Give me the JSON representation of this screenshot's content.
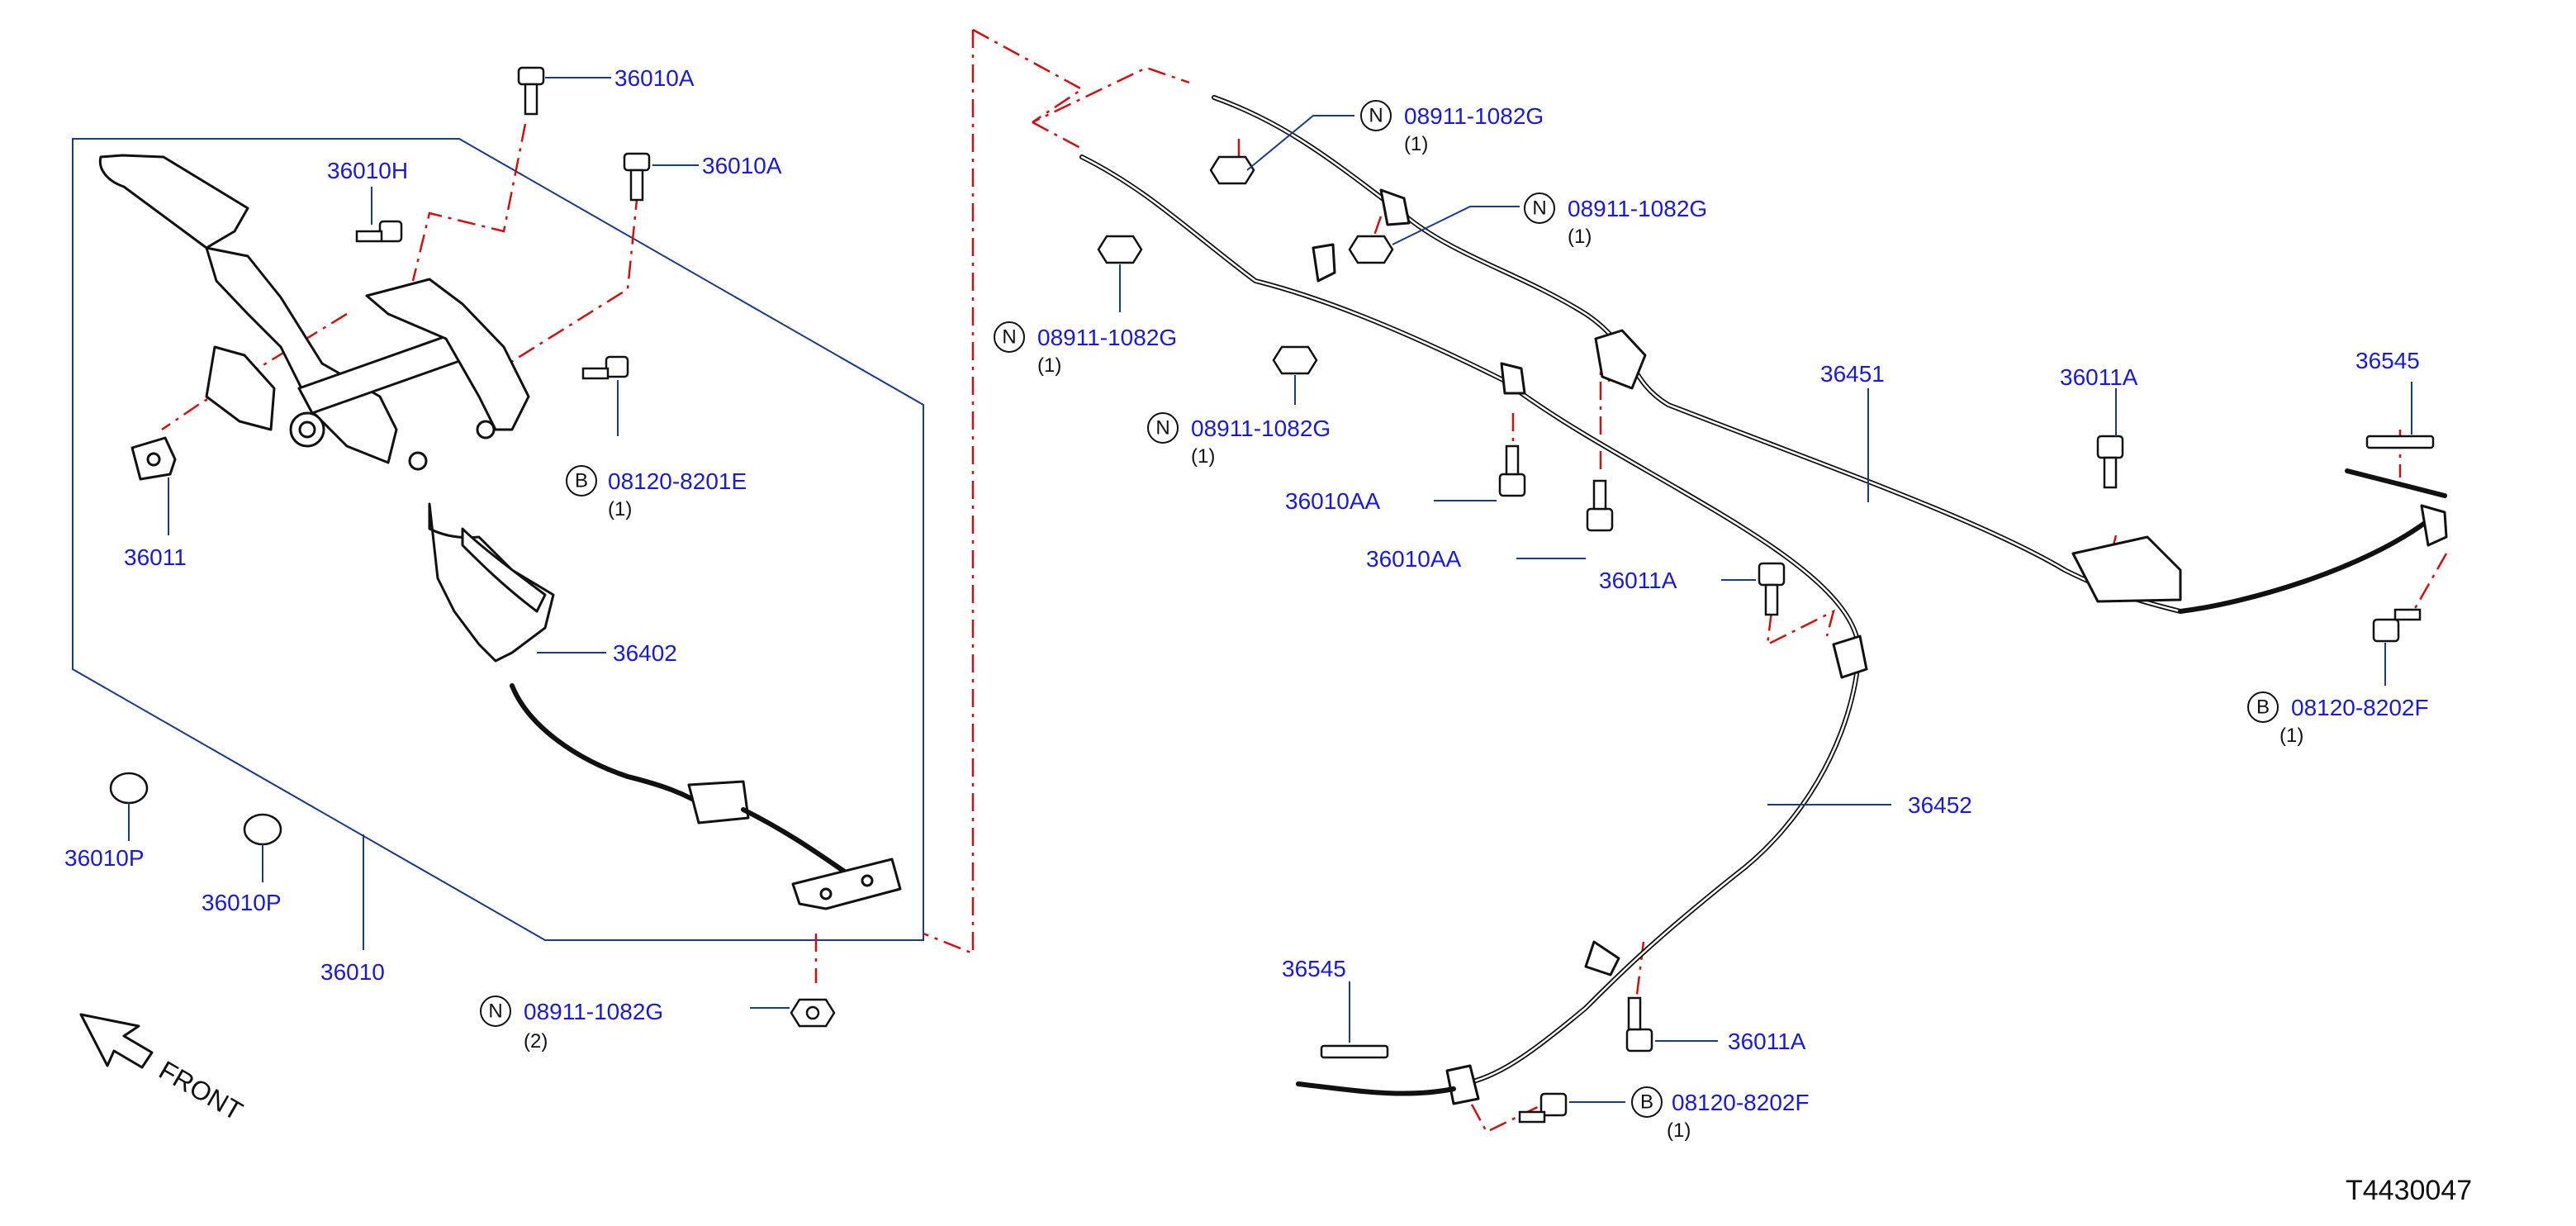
{
  "diagram": {
    "reference": "T4430047",
    "front_label": "FRONT",
    "labels": [
      {
        "id": "p36010A_1",
        "text": "36010A"
      },
      {
        "id": "p36010A_2",
        "text": "36010A"
      },
      {
        "id": "p36010H",
        "text": "36010H"
      },
      {
        "id": "p36011",
        "text": "36011"
      },
      {
        "id": "p08120_8201E",
        "text": "08120-8201E",
        "badge": "B",
        "qty": "(1)"
      },
      {
        "id": "p36402",
        "text": "36402"
      },
      {
        "id": "p36010P_1",
        "text": "36010P"
      },
      {
        "id": "p36010P_2",
        "text": "36010P"
      },
      {
        "id": "p36010",
        "text": "36010"
      },
      {
        "id": "p08911_a",
        "text": "08911-1082G",
        "badge": "N",
        "qty": "(2)"
      },
      {
        "id": "p08911_b",
        "text": "08911-1082G",
        "badge": "N",
        "qty": "(1)"
      },
      {
        "id": "p08911_c",
        "text": "08911-1082G",
        "badge": "N",
        "qty": "(1)"
      },
      {
        "id": "p08911_d",
        "text": "08911-1082G",
        "badge": "N",
        "qty": "(1)"
      },
      {
        "id": "p08911_e",
        "text": "08911-1082G",
        "badge": "N",
        "qty": "(1)"
      },
      {
        "id": "p36010AA_1",
        "text": "36010AA"
      },
      {
        "id": "p36010AA_2",
        "text": "36010AA"
      },
      {
        "id": "p36451",
        "text": "36451"
      },
      {
        "id": "p36011A_1",
        "text": "36011A"
      },
      {
        "id": "p36011A_2",
        "text": "36011A"
      },
      {
        "id": "p36011A_3",
        "text": "36011A"
      },
      {
        "id": "p36545_1",
        "text": "36545"
      },
      {
        "id": "p36545_2",
        "text": "36545"
      },
      {
        "id": "p08120_8202F_1",
        "text": "08120-8202F",
        "badge": "B",
        "qty": "(1)"
      },
      {
        "id": "p08120_8202F_2",
        "text": "08120-8202F",
        "badge": "B",
        "qty": "(1)"
      },
      {
        "id": "p36452",
        "text": "36452"
      }
    ]
  }
}
